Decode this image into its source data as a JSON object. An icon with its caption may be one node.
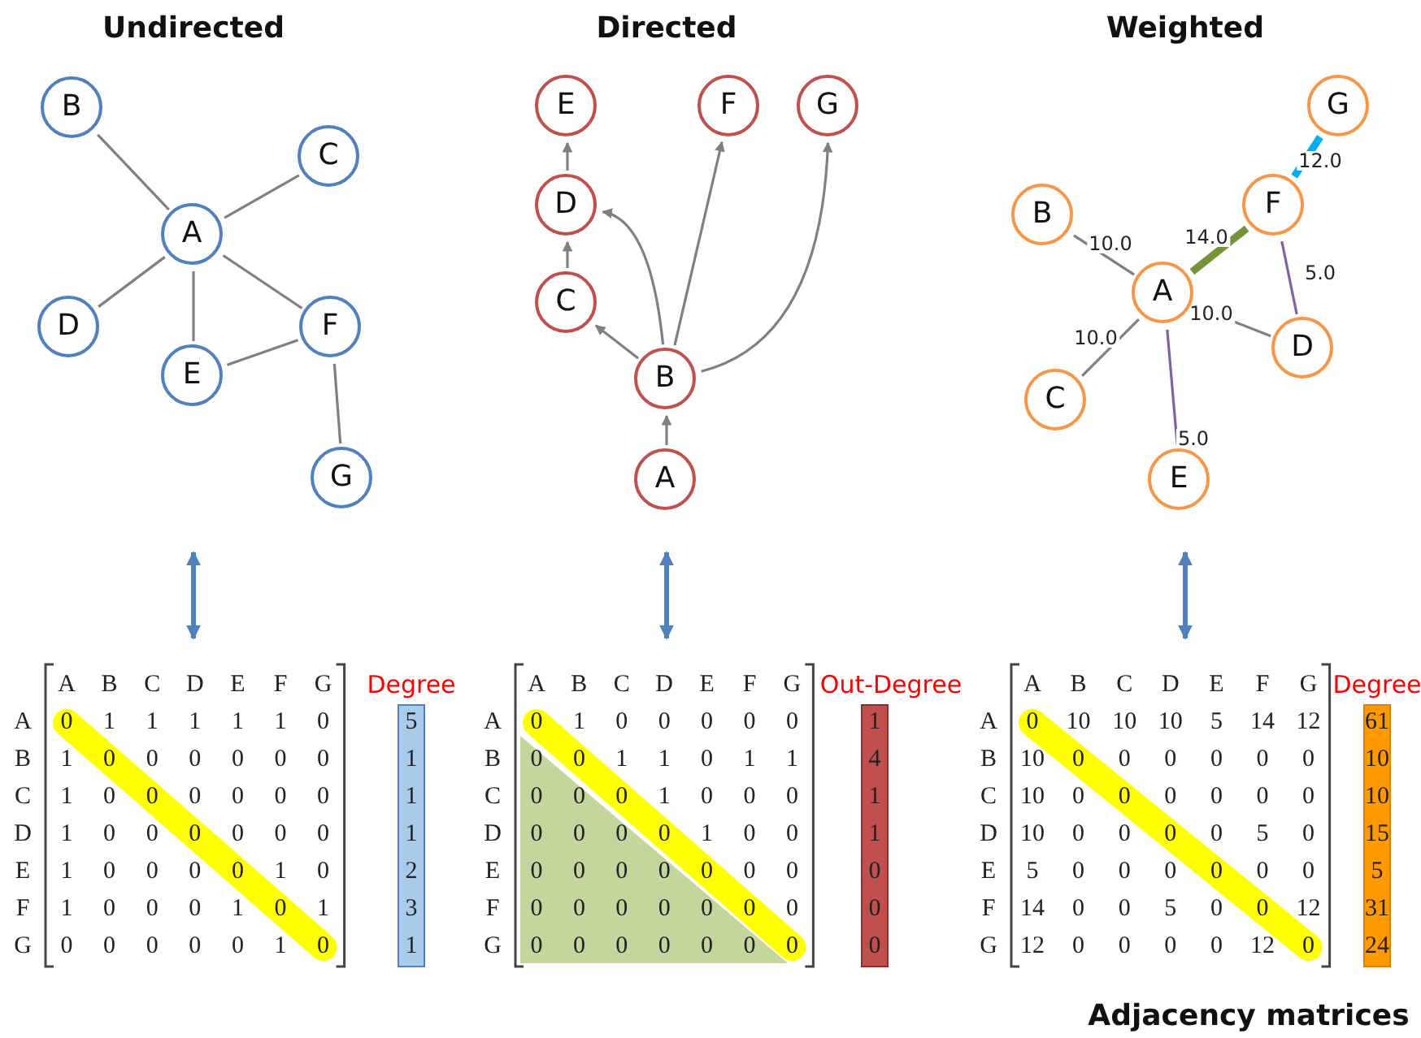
{
  "diagram": {
    "nodes": [
      {
        "text": [
          "A"
        ]
      },
      {
        "text": [
          "B"
        ]
      },
      {
        "text": [
          "C"
        ]
      },
      {
        "text": [
          "D"
        ]
      },
      {
        "text": [
          "E"
        ]
      },
      {
        "text": [
          "F"
        ]
      },
      {
        "text": [
          "G"
        ]
      },
      {
        "text": [
          "A"
        ]
      },
      {
        "text": [
          "B"
        ]
      },
      {
        "text": [
          "C"
        ]
      },
      {
        "text": [
          "D"
        ]
      },
      {
        "text": [
          "E"
        ]
      },
      {
        "text": [
          "F"
        ]
      },
      {
        "text": [
          "G"
        ]
      },
      {
        "text": [
          "A"
        ]
      },
      {
        "text": [
          "B"
        ]
      },
      {
        "text": [
          "C"
        ]
      },
      {
        "text": [
          "D"
        ]
      },
      {
        "text": [
          "E"
        ]
      },
      {
        "text": [
          "F"
        ]
      },
      {
        "text": [
          "G"
        ]
      }
    ],
    "edges": [
      {
        "from": 0,
        "to": 1,
        "arrow": "none"
      },
      {
        "from": 0,
        "to": 2,
        "arrow": "none"
      },
      {
        "from": 0,
        "to": 3,
        "arrow": "none"
      },
      {
        "from": 0,
        "to": 4,
        "arrow": "none"
      },
      {
        "from": 0,
        "to": 5,
        "arrow": "none"
      },
      {
        "from": 4,
        "to": 5,
        "arrow": "none"
      },
      {
        "from": 5,
        "to": 6,
        "arrow": "none"
      },
      {
        "from": 7,
        "to": 8,
        "arrow": "to"
      },
      {
        "from": 8,
        "to": 9,
        "arrow": "to"
      },
      {
        "from": 8,
        "to": 10,
        "arrow": "to"
      },
      {
        "from": 8,
        "to": 12,
        "arrow": "to"
      },
      {
        "from": 8,
        "to": 13,
        "arrow": "to"
      },
      {
        "from": 9,
        "to": 10,
        "arrow": "to"
      },
      {
        "from": 10,
        "to": 11,
        "arrow": "to"
      },
      {
        "from": 14,
        "to": 15,
        "arrow": "none",
        "label": "10.0"
      },
      {
        "from": 14,
        "to": 16,
        "arrow": "none",
        "label": "10.0"
      },
      {
        "from": 14,
        "to": 17,
        "arrow": "none",
        "label": "10.0"
      },
      {
        "from": 14,
        "to": 18,
        "arrow": "none",
        "label": "5.0",
        "color": "#8064a2"
      },
      {
        "from": 14,
        "to": 19,
        "arrow": "none",
        "label": "14.0",
        "style": "thick",
        "color": "#77933c"
      },
      {
        "from": 19,
        "to": 17,
        "arrow": "none",
        "label": "5.0",
        "color": "#8064a2"
      },
      {
        "from": 19,
        "to": 20,
        "arrow": "none",
        "label": "12.0",
        "style": "thick",
        "color": "#00b0f0"
      }
    ],
    "labels": [
      "Undirected",
      "Directed",
      "Weighted",
      "A",
      "B",
      "C",
      "D",
      "E",
      "F",
      "G",
      "Degree",
      "A",
      "0",
      "1",
      "1",
      "1",
      "1",
      "1",
      "0",
      "5",
      "B",
      "1",
      "0",
      "0",
      "0",
      "0",
      "0",
      "0",
      "1",
      "C",
      "1",
      "0",
      "0",
      "0",
      "0",
      "0",
      "0",
      "1",
      "D",
      "1",
      "0",
      "0",
      "0",
      "0",
      "0",
      "0",
      "1",
      "E",
      "1",
      "0",
      "0",
      "0",
      "0",
      "1",
      "0",
      "2",
      "F",
      "1",
      "0",
      "0",
      "0",
      "1",
      "0",
      "1",
      "3",
      "G",
      "0",
      "0",
      "0",
      "0",
      "0",
      "1",
      "0",
      "1",
      "A",
      "B",
      "C",
      "D",
      "E",
      "F",
      "G",
      "Out-Degree",
      "A",
      "0",
      "1",
      "0",
      "0",
      "0",
      "0",
      "0",
      "1",
      "B",
      "0",
      "0",
      "1",
      "1",
      "0",
      "1",
      "1",
      "4",
      "C",
      "0",
      "0",
      "0",
      "1",
      "0",
      "0",
      "0",
      "1",
      "D",
      "0",
      "0",
      "0",
      "0",
      "1",
      "0",
      "0",
      "1",
      "E",
      "0",
      "0",
      "0",
      "0",
      "0",
      "0",
      "0",
      "0",
      "F",
      "0",
      "0",
      "0",
      "0",
      "0",
      "0",
      "0",
      "0",
      "G",
      "0",
      "0",
      "0",
      "0",
      "0",
      "0",
      "0",
      "0",
      "A",
      "B",
      "C",
      "D",
      "E",
      "F",
      "G",
      "Degree",
      "A",
      "0",
      "10",
      "10",
      "10",
      "5",
      "14",
      "12",
      "61",
      "B",
      "10",
      "0",
      "0",
      "0",
      "0",
      "0",
      "0",
      "10",
      "C",
      "10",
      "0",
      "0",
      "0",
      "0",
      "0",
      "0",
      "10",
      "D",
      "10",
      "0",
      "0",
      "0",
      "0",
      "5",
      "0",
      "15",
      "E",
      "5",
      "0",
      "0",
      "0",
      "0",
      "0",
      "0",
      "5",
      "F",
      "14",
      "0",
      "0",
      "5",
      "0",
      "0",
      "12",
      "31",
      "G",
      "12",
      "0",
      "0",
      "0",
      "0",
      "12",
      "0",
      "24",
      "Adjacency matrices"
    ]
  }
}
